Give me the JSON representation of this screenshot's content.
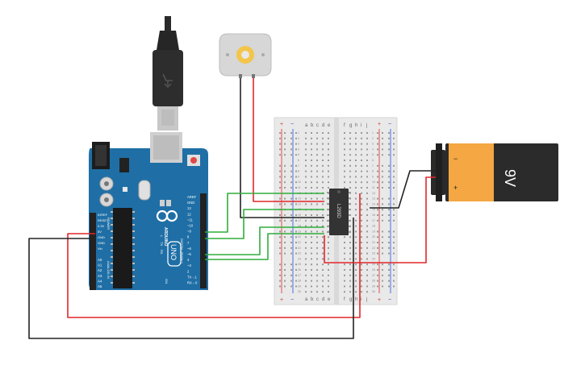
{
  "arduino": {
    "logo_text": "ARDUINO",
    "model": "UNO",
    "digital_pin_labels": [
      "AREF",
      "GND",
      "13",
      "12",
      "~11",
      "~10",
      "~9",
      "8",
      "7",
      "~6",
      "~5",
      "4",
      "~3",
      "2",
      "TX→1",
      "RX←0"
    ],
    "power_pin_labels": [
      "IOREF",
      "RESET",
      "3.3V",
      "5V",
      "GND",
      "GND",
      "Vin"
    ],
    "analog_pin_labels": [
      "A0",
      "A1",
      "A2",
      "A3",
      "A4",
      "A5"
    ],
    "power_header": "POWER",
    "analog_header": "ANALOG IN",
    "digital_header": "DIGITAL (PWM~)",
    "tx_label": "TX",
    "rx_label": "RX",
    "l_label": "L",
    "on_label": "ON"
  },
  "breadboard": {
    "columns_left": [
      "a",
      "b",
      "c",
      "d",
      "e"
    ],
    "columns_right": [
      "f",
      "g",
      "h",
      "i",
      "j"
    ],
    "plus": "+",
    "minus": "−",
    "row_numbers": [
      "1",
      "2",
      "3",
      "4",
      "5",
      "6",
      "7",
      "8",
      "9",
      "10",
      "11",
      "12",
      "13",
      "14",
      "15",
      "16",
      "17",
      "18",
      "19",
      "20",
      "21",
      "22",
      "23",
      "24",
      "25",
      "26",
      "27",
      "28",
      "29",
      "30"
    ]
  },
  "chip": {
    "label": "L293D"
  },
  "battery": {
    "voltage": "9V",
    "minus": "−",
    "plus": "+"
  },
  "colors": {
    "arduino_board": "#1f6fa6",
    "wire_red": "#e2262a",
    "wire_black": "#222222",
    "wire_green": "#2fae3a",
    "battery_orange": "#f4a742",
    "chip": "#333333"
  }
}
